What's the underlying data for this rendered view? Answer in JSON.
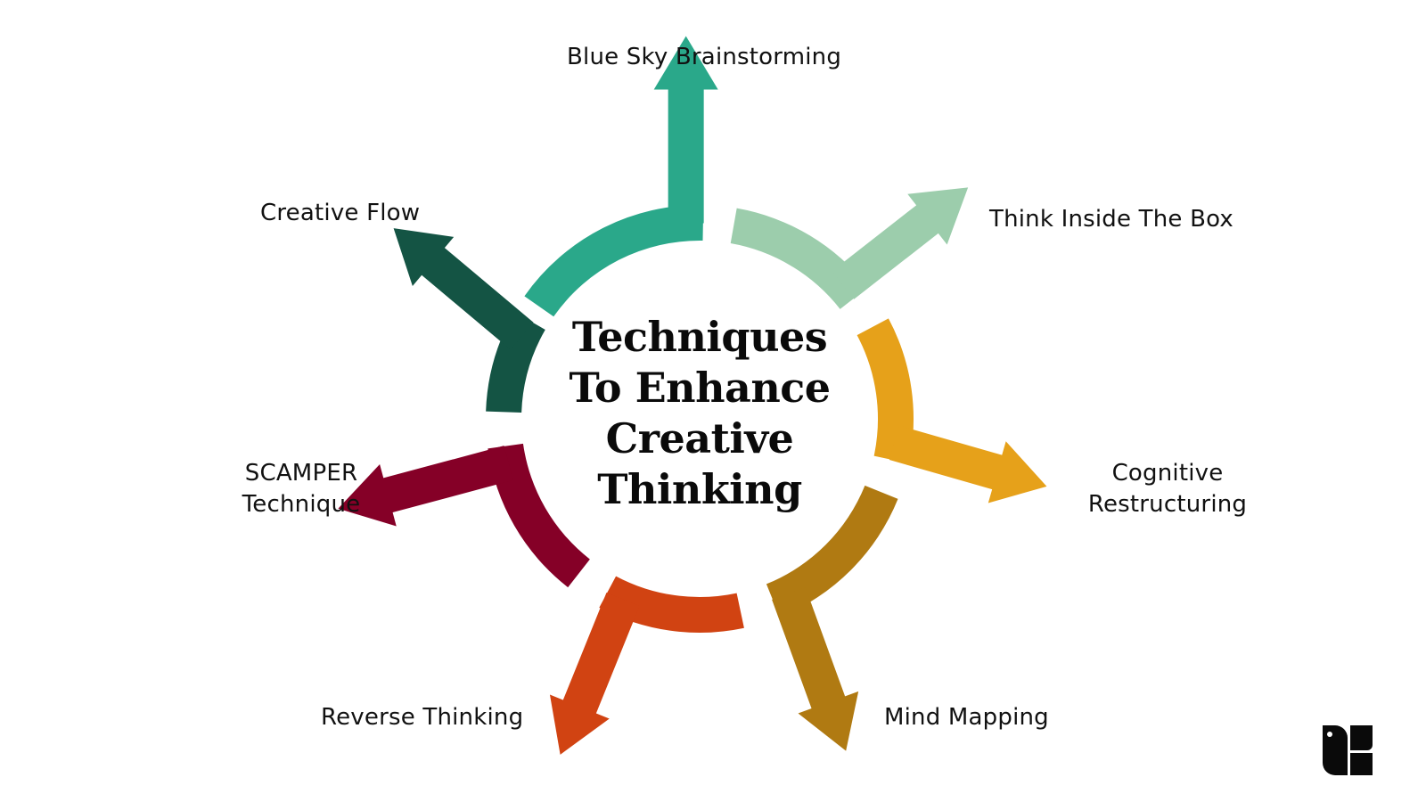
{
  "title": {
    "lines": [
      "Techniques",
      "To Enhance",
      "Creative",
      "Thinking"
    ]
  },
  "techniques": [
    {
      "id": "blue-sky-brainstorming",
      "label": "Blue Sky Brainstorming",
      "color": "#2aa88a",
      "direction": "up"
    },
    {
      "id": "think-inside-the-box",
      "label": "Think Inside The Box",
      "color": "#9ccdac",
      "direction": "up-right"
    },
    {
      "id": "cognitive-restructuring",
      "label": "Cognitive Restructuring",
      "label_lines": [
        "Cognitive",
        "Restructuring"
      ],
      "color": "#e6a11a",
      "direction": "right"
    },
    {
      "id": "mind-mapping",
      "label": "Mind Mapping",
      "color": "#b07a12",
      "direction": "down-right"
    },
    {
      "id": "reverse-thinking",
      "label": "Reverse Thinking",
      "color": "#d14312",
      "direction": "down-left"
    },
    {
      "id": "scamper-technique",
      "label": "SCAMPER Technique",
      "label_lines": [
        "SCAMPER",
        "Technique"
      ],
      "color": "#850027",
      "direction": "left"
    },
    {
      "id": "creative-flow",
      "label": "Creative Flow",
      "color": "#145444",
      "direction": "up-left"
    }
  ],
  "logo": {
    "icon": "brand-logo-icon",
    "color": "#0a0a0a"
  }
}
